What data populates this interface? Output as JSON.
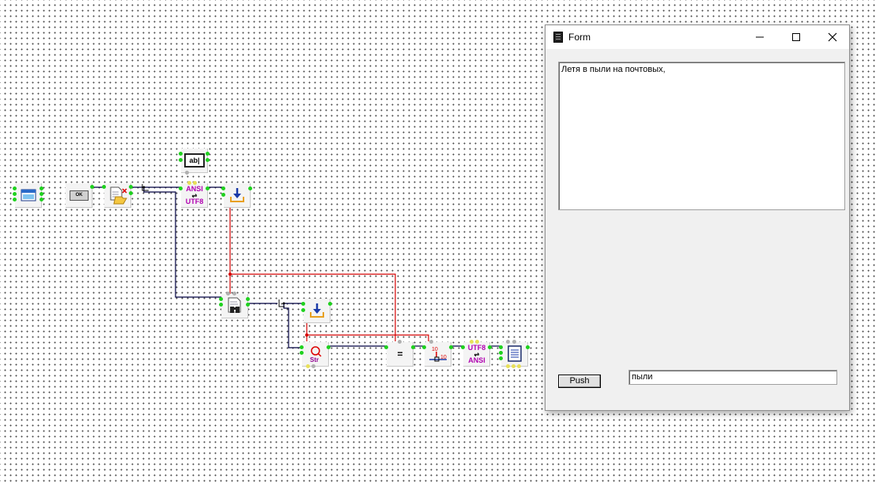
{
  "editor": {
    "components": [
      {
        "name": "form-component-icon"
      },
      {
        "name": "ok-button-component-icon",
        "label": "OK"
      },
      {
        "name": "open-file-component-icon"
      },
      {
        "name": "edit-component-icon",
        "label": "ab|"
      },
      {
        "name": "ansi-to-utf8-converter-icon",
        "top": "ANSI",
        "bottom": "UTF8"
      },
      {
        "name": "download-component-icon"
      },
      {
        "name": "file-search-component-icon"
      },
      {
        "name": "download-component-icon-2"
      },
      {
        "name": "string-find-component-icon",
        "label": "Str"
      },
      {
        "name": "equals-component-icon",
        "label": "="
      },
      {
        "name": "counter-component-icon",
        "top": "10",
        "bottom": "10"
      },
      {
        "name": "utf8-to-ansi-converter-icon",
        "top": "UTF8",
        "bottom": "ANSI"
      },
      {
        "name": "memo-component-icon"
      }
    ],
    "colors": {
      "link_black": "#000040",
      "link_red": "#d40000",
      "pin": "#1fd11f"
    }
  },
  "form": {
    "title": "Form",
    "memo_text": "Летя в пыли на почтовых,",
    "push_label": "Push",
    "edit_value": "пыли",
    "controls": {
      "minimize": "—",
      "maximize": "☐",
      "close": "✕"
    }
  }
}
